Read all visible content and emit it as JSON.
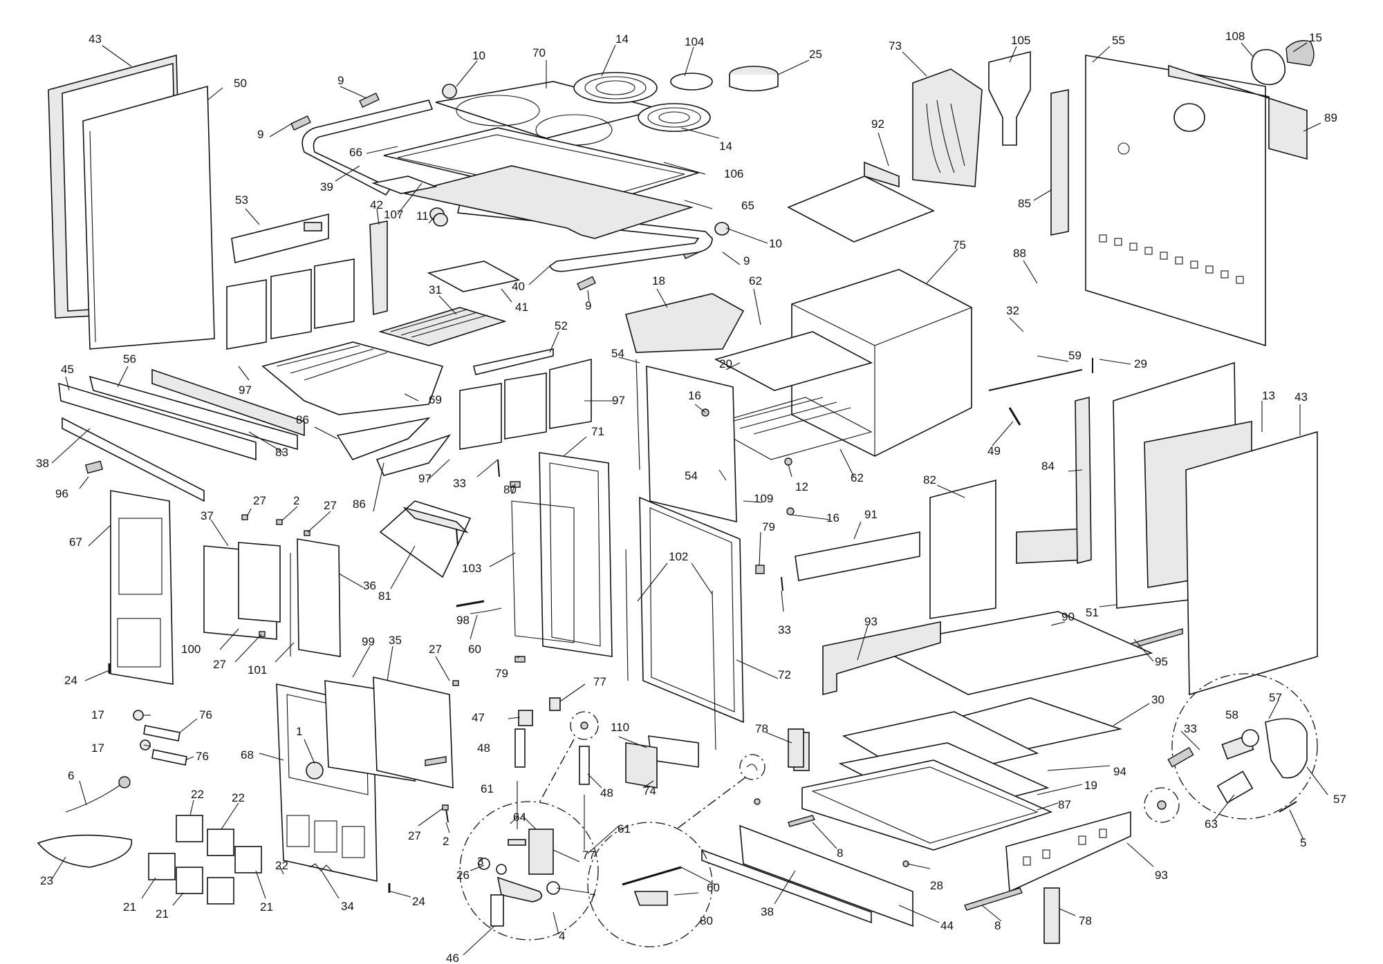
{
  "diagram": {
    "labels": [
      {
        "text": "43",
        "key": "43a"
      },
      {
        "text": "50",
        "key": "50"
      },
      {
        "text": "9",
        "key": "9a"
      },
      {
        "text": "9",
        "key": "9b"
      },
      {
        "text": "10",
        "key": "10a"
      },
      {
        "text": "70",
        "key": "70"
      },
      {
        "text": "14",
        "key": "14a"
      },
      {
        "text": "104",
        "key": "104"
      },
      {
        "text": "25",
        "key": "25"
      },
      {
        "text": "73",
        "key": "73"
      },
      {
        "text": "105",
        "key": "105"
      },
      {
        "text": "55",
        "key": "55"
      },
      {
        "text": "108",
        "key": "108"
      },
      {
        "text": "15",
        "key": "15"
      },
      {
        "text": "89",
        "key": "89"
      },
      {
        "text": "66",
        "key": "66"
      },
      {
        "text": "39",
        "key": "39"
      },
      {
        "text": "14",
        "key": "14b"
      },
      {
        "text": "106",
        "key": "106"
      },
      {
        "text": "92",
        "key": "92"
      },
      {
        "text": "85",
        "key": "85"
      },
      {
        "text": "53",
        "key": "53"
      },
      {
        "text": "42",
        "key": "42"
      },
      {
        "text": "107",
        "key": "107"
      },
      {
        "text": "11",
        "key": "11"
      },
      {
        "text": "65",
        "key": "65"
      },
      {
        "text": "10",
        "key": "10b"
      },
      {
        "text": "75",
        "key": "75"
      },
      {
        "text": "88",
        "key": "88"
      },
      {
        "text": "9",
        "key": "9c"
      },
      {
        "text": "31",
        "key": "31"
      },
      {
        "text": "18",
        "key": "18"
      },
      {
        "text": "62",
        "key": "62a"
      },
      {
        "text": "32",
        "key": "32"
      },
      {
        "text": "41",
        "key": "41"
      },
      {
        "text": "40",
        "key": "40"
      },
      {
        "text": "9",
        "key": "9d"
      },
      {
        "text": "52",
        "key": "52"
      },
      {
        "text": "54",
        "key": "54a"
      },
      {
        "text": "20",
        "key": "20"
      },
      {
        "text": "59",
        "key": "59"
      },
      {
        "text": "29",
        "key": "29"
      },
      {
        "text": "45",
        "key": "45"
      },
      {
        "text": "56",
        "key": "56"
      },
      {
        "text": "97",
        "key": "97a"
      },
      {
        "text": "69",
        "key": "69"
      },
      {
        "text": "97",
        "key": "97b"
      },
      {
        "text": "16",
        "key": "16a"
      },
      {
        "text": "13",
        "key": "13"
      },
      {
        "text": "43",
        "key": "43b"
      },
      {
        "text": "86",
        "key": "86a"
      },
      {
        "text": "83",
        "key": "83"
      },
      {
        "text": "71",
        "key": "71"
      },
      {
        "text": "49",
        "key": "49"
      },
      {
        "text": "38",
        "key": "38a"
      },
      {
        "text": "97",
        "key": "97c"
      },
      {
        "text": "54",
        "key": "54b"
      },
      {
        "text": "12",
        "key": "12"
      },
      {
        "text": "62",
        "key": "62b"
      },
      {
        "text": "84",
        "key": "84"
      },
      {
        "text": "96",
        "key": "96"
      },
      {
        "text": "33",
        "key": "33a"
      },
      {
        "text": "109",
        "key": "109"
      },
      {
        "text": "86",
        "key": "86b"
      },
      {
        "text": "27",
        "key": "27a"
      },
      {
        "text": "2",
        "key": "2a"
      },
      {
        "text": "27",
        "key": "27b"
      },
      {
        "text": "80",
        "key": "80a"
      },
      {
        "text": "16",
        "key": "16b"
      },
      {
        "text": "82",
        "key": "82"
      },
      {
        "text": "67",
        "key": "67"
      },
      {
        "text": "37",
        "key": "37"
      },
      {
        "text": "79",
        "key": "79a"
      },
      {
        "text": "91",
        "key": "91"
      },
      {
        "text": "103",
        "key": "103"
      },
      {
        "text": "102",
        "key": "102"
      },
      {
        "text": "36",
        "key": "36"
      },
      {
        "text": "81",
        "key": "81"
      },
      {
        "text": "98",
        "key": "98"
      },
      {
        "text": "33",
        "key": "33b"
      },
      {
        "text": "60",
        "key": "60a"
      },
      {
        "text": "51",
        "key": "51"
      },
      {
        "text": "93",
        "key": "93a"
      },
      {
        "text": "90",
        "key": "90"
      },
      {
        "text": "100",
        "key": "100"
      },
      {
        "text": "99",
        "key": "99"
      },
      {
        "text": "35",
        "key": "35"
      },
      {
        "text": "27",
        "key": "27c"
      },
      {
        "text": "27",
        "key": "27d"
      },
      {
        "text": "101",
        "key": "101"
      },
      {
        "text": "79",
        "key": "79b"
      },
      {
        "text": "72",
        "key": "72"
      },
      {
        "text": "95",
        "key": "95"
      },
      {
        "text": "24",
        "key": "24a"
      },
      {
        "text": "77",
        "key": "77a"
      },
      {
        "text": "17",
        "key": "17a"
      },
      {
        "text": "76",
        "key": "76a"
      },
      {
        "text": "47",
        "key": "47"
      },
      {
        "text": "1",
        "key": "1"
      },
      {
        "text": "30",
        "key": "30"
      },
      {
        "text": "78",
        "key": "78a"
      },
      {
        "text": "33",
        "key": "33c"
      },
      {
        "text": "58",
        "key": "58"
      },
      {
        "text": "57",
        "key": "57a"
      },
      {
        "text": "17",
        "key": "17b"
      },
      {
        "text": "76",
        "key": "76b"
      },
      {
        "text": "68",
        "key": "68"
      },
      {
        "text": "110",
        "key": "110"
      },
      {
        "text": "48",
        "key": "48a"
      },
      {
        "text": "94",
        "key": "94"
      },
      {
        "text": "6",
        "key": "6"
      },
      {
        "text": "19",
        "key": "19"
      },
      {
        "text": "74",
        "key": "74"
      },
      {
        "text": "48",
        "key": "48b"
      },
      {
        "text": "57",
        "key": "57b"
      },
      {
        "text": "22",
        "key": "22a"
      },
      {
        "text": "22",
        "key": "22b"
      },
      {
        "text": "87",
        "key": "87"
      },
      {
        "text": "61",
        "key": "61a"
      },
      {
        "text": "27",
        "key": "27e"
      },
      {
        "text": "2",
        "key": "2b"
      },
      {
        "text": "63",
        "key": "63"
      },
      {
        "text": "5",
        "key": "5"
      },
      {
        "text": "23",
        "key": "23"
      },
      {
        "text": "8",
        "key": "8a"
      },
      {
        "text": "64",
        "key": "64"
      },
      {
        "text": "61",
        "key": "61b"
      },
      {
        "text": "22",
        "key": "22c"
      },
      {
        "text": "77",
        "key": "77b"
      },
      {
        "text": "60",
        "key": "60b"
      },
      {
        "text": "26",
        "key": "26"
      },
      {
        "text": "3",
        "key": "3"
      },
      {
        "text": "93",
        "key": "93b"
      },
      {
        "text": "28",
        "key": "28"
      },
      {
        "text": "21",
        "key": "21a"
      },
      {
        "text": "21",
        "key": "21b"
      },
      {
        "text": "21",
        "key": "21c"
      },
      {
        "text": "34",
        "key": "34"
      },
      {
        "text": "24",
        "key": "24b"
      },
      {
        "text": "7",
        "key": "7"
      },
      {
        "text": "80",
        "key": "80b"
      },
      {
        "text": "38",
        "key": "38b"
      },
      {
        "text": "44",
        "key": "44"
      },
      {
        "text": "8",
        "key": "8b"
      },
      {
        "text": "78",
        "key": "78b"
      },
      {
        "text": "46",
        "key": "46"
      },
      {
        "text": "4",
        "key": "4"
      }
    ]
  }
}
